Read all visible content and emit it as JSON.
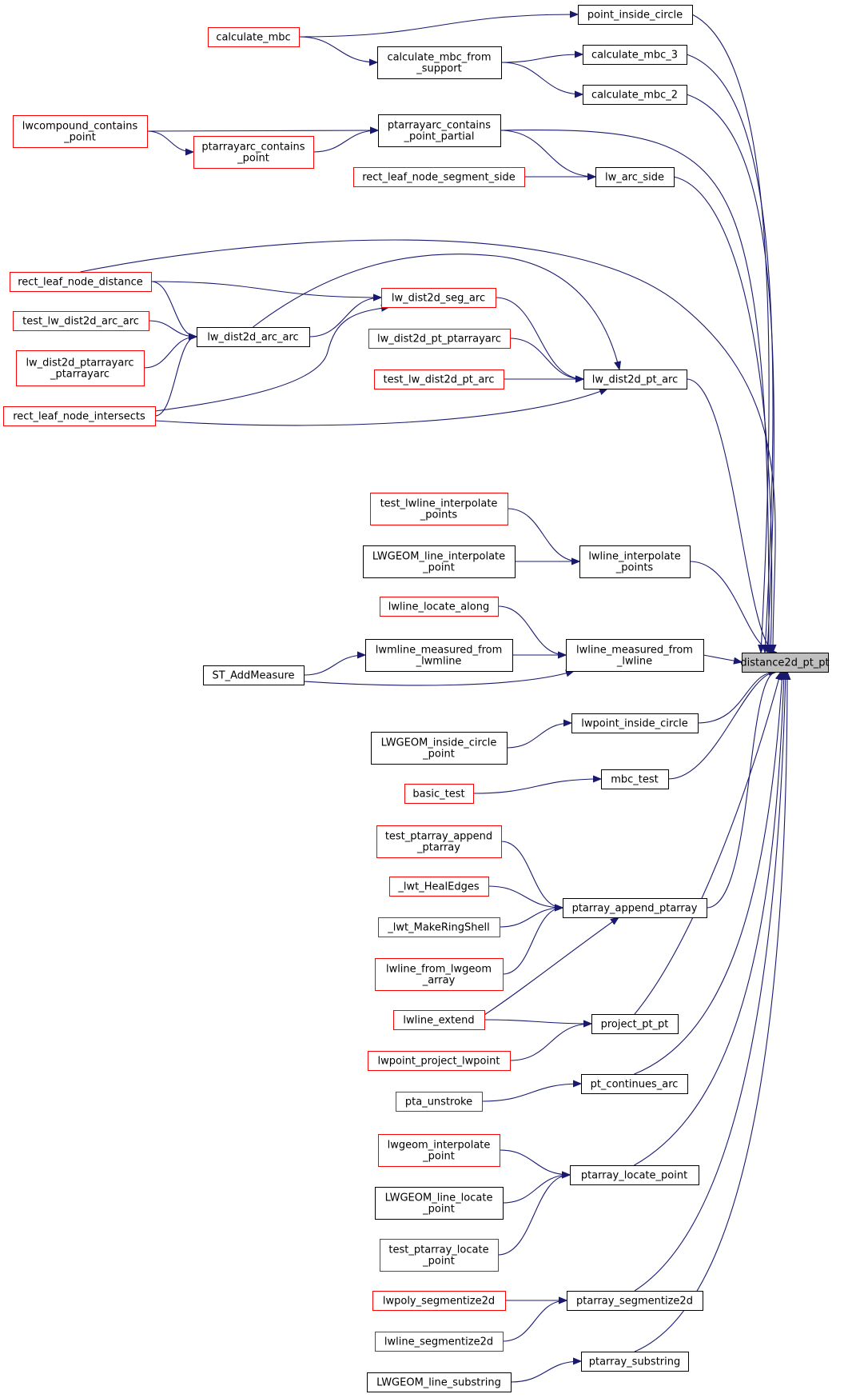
{
  "colors": {
    "edge": "#191970",
    "border_default": "#000000",
    "border_truncated": "#ff0000",
    "root_fill": "#bfbfbf"
  },
  "nodes": [
    {
      "id": "root",
      "lines": [
        "distance2d_pt_pt"
      ],
      "style": "root"
    },
    {
      "id": "point_inside_circle",
      "lines": [
        "point_inside_circle"
      ],
      "style": "default"
    },
    {
      "id": "calculate_mbc_3",
      "lines": [
        "calculate_mbc_3"
      ],
      "style": "default"
    },
    {
      "id": "calculate_mbc_2",
      "lines": [
        "calculate_mbc_2"
      ],
      "style": "default"
    },
    {
      "id": "ptarrayarc_contains_point_partial",
      "lines": [
        "ptarrayarc_contains",
        "_point_partial"
      ],
      "style": "default"
    },
    {
      "id": "lw_arc_side",
      "lines": [
        "lw_arc_side"
      ],
      "style": "default"
    },
    {
      "id": "lw_dist2d_pt_arc",
      "lines": [
        "lw_dist2d_pt_arc"
      ],
      "style": "default"
    },
    {
      "id": "lwline_interpolate_points",
      "lines": [
        "lwline_interpolate",
        "_points"
      ],
      "style": "default"
    },
    {
      "id": "lwline_measured_from_lwline",
      "lines": [
        "lwline_measured_from",
        "_lwline"
      ],
      "style": "default"
    },
    {
      "id": "lwpoint_inside_circle",
      "lines": [
        "lwpoint_inside_circle"
      ],
      "style": "default"
    },
    {
      "id": "mbc_test",
      "lines": [
        "mbc_test"
      ],
      "style": "default"
    },
    {
      "id": "ptarray_append_ptarray",
      "lines": [
        "ptarray_append_ptarray"
      ],
      "style": "default"
    },
    {
      "id": "project_pt_pt",
      "lines": [
        "project_pt_pt"
      ],
      "style": "default"
    },
    {
      "id": "pt_continues_arc",
      "lines": [
        "pt_continues_arc"
      ],
      "style": "default"
    },
    {
      "id": "ptarray_locate_point",
      "lines": [
        "ptarray_locate_point"
      ],
      "style": "default"
    },
    {
      "id": "ptarray_segmentize2d",
      "lines": [
        "ptarray_segmentize2d"
      ],
      "style": "default"
    },
    {
      "id": "ptarray_substring",
      "lines": [
        "ptarray_substring"
      ],
      "style": "default"
    },
    {
      "id": "calculate_mbc_from_support",
      "lines": [
        "calculate_mbc_from",
        "_support"
      ],
      "style": "default"
    },
    {
      "id": "lw_dist2d_seg_arc",
      "lines": [
        "lw_dist2d_seg_arc"
      ],
      "style": "truncated"
    },
    {
      "id": "lw_dist2d_pt_ptarrayarc",
      "lines": [
        "lw_dist2d_pt_ptarrayarc"
      ],
      "style": "truncated"
    },
    {
      "id": "test_lw_dist2d_pt_arc",
      "lines": [
        "test_lw_dist2d_pt_arc"
      ],
      "style": "truncated"
    },
    {
      "id": "rect_leaf_node_segment_side",
      "lines": [
        "rect_leaf_node_segment_side"
      ],
      "style": "truncated"
    },
    {
      "id": "test_lwline_interpolate_points",
      "lines": [
        "test_lwline_interpolate",
        "_points"
      ],
      "style": "truncated"
    },
    {
      "id": "LWGEOM_line_interpolate_point",
      "lines": [
        "LWGEOM_line_interpolate",
        "_point"
      ],
      "style": "default"
    },
    {
      "id": "lwline_locate_along",
      "lines": [
        "lwline_locate_along"
      ],
      "style": "truncated"
    },
    {
      "id": "lwmline_measured_from_lwmline",
      "lines": [
        "lwmline_measured_from",
        "_lwmline"
      ],
      "style": "default"
    },
    {
      "id": "LWGEOM_inside_circle_point",
      "lines": [
        "LWGEOM_inside_circle",
        "_point"
      ],
      "style": "default"
    },
    {
      "id": "basic_test",
      "lines": [
        "basic_test"
      ],
      "style": "truncated"
    },
    {
      "id": "test_ptarray_append_ptarray",
      "lines": [
        "test_ptarray_append",
        "_ptarray"
      ],
      "style": "truncated"
    },
    {
      "id": "_lwt_HealEdges",
      "lines": [
        "_lwt_HealEdges"
      ],
      "style": "truncated"
    },
    {
      "id": "_lwt_MakeRingShell",
      "lines": [
        "_lwt_MakeRingShell"
      ],
      "style": "truncated"
    },
    {
      "id": "lwline_from_lwgeom_array",
      "lines": [
        "lwline_from_lwgeom",
        "_array"
      ],
      "style": "truncated"
    },
    {
      "id": "lwline_extend",
      "lines": [
        "lwline_extend"
      ],
      "style": "truncated"
    },
    {
      "id": "lwpoint_project_lwpoint",
      "lines": [
        "lwpoint_project_lwpoint"
      ],
      "style": "truncated"
    },
    {
      "id": "pta_unstroke",
      "lines": [
        "pta_unstroke"
      ],
      "style": "truncated"
    },
    {
      "id": "lwgeom_interpolate_point",
      "lines": [
        "lwgeom_interpolate",
        "_point"
      ],
      "style": "truncated"
    },
    {
      "id": "LWGEOM_line_locate_point",
      "lines": [
        "LWGEOM_line_locate",
        "_point"
      ],
      "style": "default"
    },
    {
      "id": "test_ptarray_locate_point",
      "lines": [
        "test_ptarray_locate",
        "_point"
      ],
      "style": "truncated"
    },
    {
      "id": "lwpoly_segmentize2d",
      "lines": [
        "lwpoly_segmentize2d"
      ],
      "style": "truncated"
    },
    {
      "id": "lwline_segmentize2d",
      "lines": [
        "lwline_segmentize2d"
      ],
      "style": "truncated"
    },
    {
      "id": "LWGEOM_line_substring",
      "lines": [
        "LWGEOM_line_substring"
      ],
      "style": "default"
    },
    {
      "id": "calculate_mbc",
      "lines": [
        "calculate_mbc"
      ],
      "style": "truncated"
    },
    {
      "id": "ptarrayarc_contains_point",
      "lines": [
        "ptarrayarc_contains",
        "_point"
      ],
      "style": "truncated"
    },
    {
      "id": "lw_dist2d_arc_arc",
      "lines": [
        "lw_dist2d_arc_arc"
      ],
      "style": "default"
    },
    {
      "id": "ST_AddMeasure",
      "lines": [
        "ST_AddMeasure"
      ],
      "style": "default"
    },
    {
      "id": "lwcompound_contains_point",
      "lines": [
        "lwcompound_contains",
        "_point"
      ],
      "style": "truncated"
    },
    {
      "id": "rect_leaf_node_distance",
      "lines": [
        "rect_leaf_node_distance"
      ],
      "style": "truncated"
    },
    {
      "id": "test_lw_dist2d_arc_arc",
      "lines": [
        "test_lw_dist2d_arc_arc"
      ],
      "style": "truncated"
    },
    {
      "id": "lw_dist2d_ptarrayarc_ptarrayarc",
      "lines": [
        "lw_dist2d_ptarrayarc",
        "_ptarrayarc"
      ],
      "style": "truncated"
    },
    {
      "id": "rect_leaf_node_intersects",
      "lines": [
        "rect_leaf_node_intersects"
      ],
      "style": "truncated"
    }
  ],
  "edges": [
    [
      "point_inside_circle",
      "root"
    ],
    [
      "calculate_mbc_3",
      "root"
    ],
    [
      "calculate_mbc_2",
      "root"
    ],
    [
      "ptarrayarc_contains_point_partial",
      "root"
    ],
    [
      "lw_arc_side",
      "root"
    ],
    [
      "rect_leaf_node_distance",
      "root"
    ],
    [
      "lw_dist2d_pt_arc",
      "root"
    ],
    [
      "lwline_interpolate_points",
      "root"
    ],
    [
      "lwline_measured_from_lwline",
      "root"
    ],
    [
      "lwpoint_inside_circle",
      "root"
    ],
    [
      "mbc_test",
      "root"
    ],
    [
      "ptarray_append_ptarray",
      "root"
    ],
    [
      "project_pt_pt",
      "root"
    ],
    [
      "pt_continues_arc",
      "root"
    ],
    [
      "ptarray_locate_point",
      "root"
    ],
    [
      "ptarray_segmentize2d",
      "root"
    ],
    [
      "ptarray_substring",
      "root"
    ],
    [
      "calculate_mbc",
      "point_inside_circle"
    ],
    [
      "calculate_mbc",
      "calculate_mbc_from_support"
    ],
    [
      "calculate_mbc_from_support",
      "calculate_mbc_3"
    ],
    [
      "calculate_mbc_from_support",
      "calculate_mbc_2"
    ],
    [
      "lwcompound_contains_point",
      "ptarrayarc_contains_point_partial"
    ],
    [
      "lwcompound_contains_point",
      "ptarrayarc_contains_point"
    ],
    [
      "ptarrayarc_contains_point",
      "ptarrayarc_contains_point_partial"
    ],
    [
      "ptarrayarc_contains_point_partial",
      "lw_arc_side"
    ],
    [
      "rect_leaf_node_segment_side",
      "lw_arc_side"
    ],
    [
      "rect_leaf_node_distance",
      "lw_dist2d_seg_arc"
    ],
    [
      "rect_leaf_node_distance",
      "lw_dist2d_arc_arc"
    ],
    [
      "lw_dist2d_arc_arc",
      "lw_dist2d_seg_arc"
    ],
    [
      "lw_dist2d_arc_arc",
      "lw_dist2d_pt_arc"
    ],
    [
      "rect_leaf_node_intersects",
      "lw_dist2d_seg_arc"
    ],
    [
      "rect_leaf_node_intersects",
      "lw_dist2d_arc_arc"
    ],
    [
      "rect_leaf_node_intersects",
      "lw_dist2d_pt_arc"
    ],
    [
      "test_lw_dist2d_arc_arc",
      "lw_dist2d_arc_arc"
    ],
    [
      "lw_dist2d_ptarrayarc_ptarrayarc",
      "lw_dist2d_arc_arc"
    ],
    [
      "lw_dist2d_seg_arc",
      "lw_dist2d_pt_arc"
    ],
    [
      "lw_dist2d_pt_ptarrayarc",
      "lw_dist2d_pt_arc"
    ],
    [
      "test_lw_dist2d_pt_arc",
      "lw_dist2d_pt_arc"
    ],
    [
      "test_lwline_interpolate_points",
      "lwline_interpolate_points"
    ],
    [
      "LWGEOM_line_interpolate_point",
      "lwline_interpolate_points"
    ],
    [
      "lwline_locate_along",
      "lwline_measured_from_lwline"
    ],
    [
      "lwmline_measured_from_lwmline",
      "lwline_measured_from_lwline"
    ],
    [
      "ST_AddMeasure",
      "lwmline_measured_from_lwmline"
    ],
    [
      "ST_AddMeasure",
      "lwline_measured_from_lwline"
    ],
    [
      "LWGEOM_inside_circle_point",
      "lwpoint_inside_circle"
    ],
    [
      "basic_test",
      "mbc_test"
    ],
    [
      "test_ptarray_append_ptarray",
      "ptarray_append_ptarray"
    ],
    [
      "_lwt_HealEdges",
      "ptarray_append_ptarray"
    ],
    [
      "_lwt_MakeRingShell",
      "ptarray_append_ptarray"
    ],
    [
      "lwline_from_lwgeom_array",
      "ptarray_append_ptarray"
    ],
    [
      "lwline_extend",
      "ptarray_append_ptarray"
    ],
    [
      "lwline_extend",
      "project_pt_pt"
    ],
    [
      "lwpoint_project_lwpoint",
      "project_pt_pt"
    ],
    [
      "pta_unstroke",
      "pt_continues_arc"
    ],
    [
      "lwgeom_interpolate_point",
      "ptarray_locate_point"
    ],
    [
      "LWGEOM_line_locate_point",
      "ptarray_locate_point"
    ],
    [
      "test_ptarray_locate_point",
      "ptarray_locate_point"
    ],
    [
      "lwpoly_segmentize2d",
      "ptarray_segmentize2d"
    ],
    [
      "lwline_segmentize2d",
      "ptarray_segmentize2d"
    ],
    [
      "LWGEOM_line_substring",
      "ptarray_substring"
    ]
  ]
}
